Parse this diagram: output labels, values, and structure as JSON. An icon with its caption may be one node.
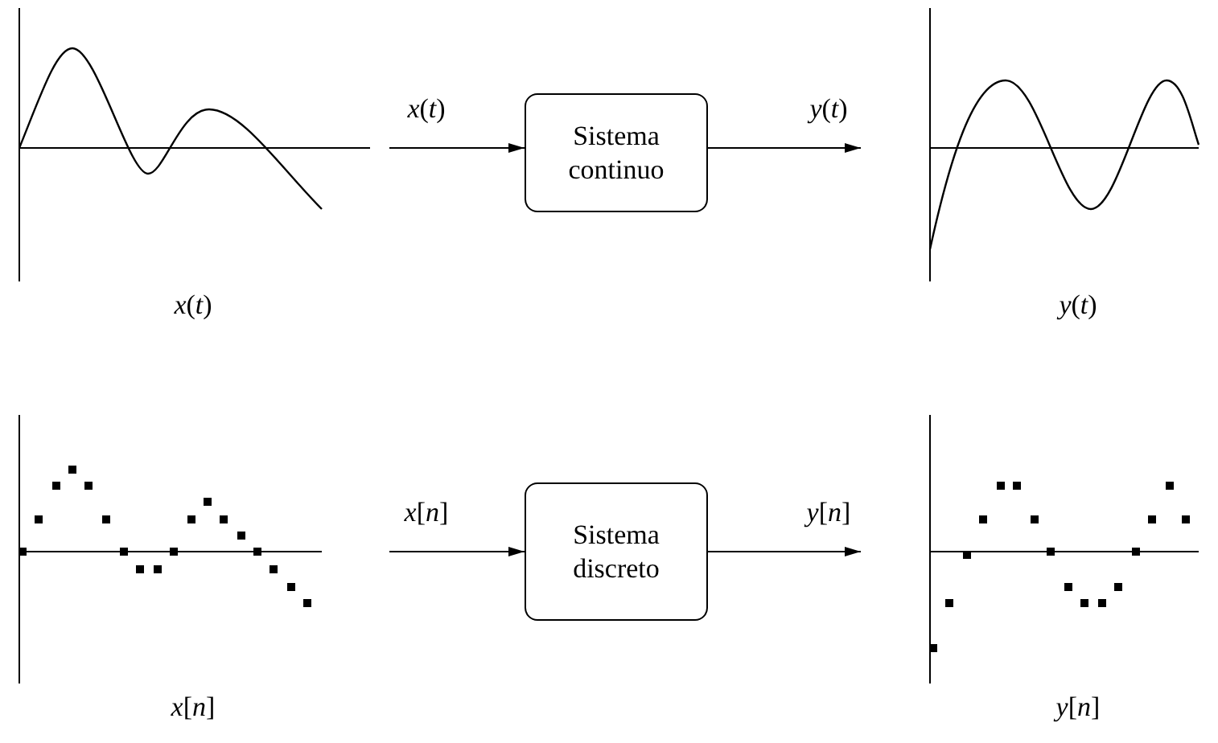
{
  "diagram": {
    "nodes": [
      {
        "text": [
          "Sistema continuo"
        ]
      },
      {
        "text": [
          "Sistema discreto"
        ]
      }
    ],
    "edges": [
      {
        "from": null,
        "to": 0,
        "arrow": "to",
        "label": "*x*(*t*)"
      },
      {
        "from": 0,
        "to": null,
        "arrow": "to",
        "label": "*y*(*t*)"
      },
      {
        "from": null,
        "to": 1,
        "arrow": "to",
        "label": "*x*[*n*]"
      },
      {
        "from": 1,
        "to": null,
        "arrow": "to",
        "label": "*y*[*n*]"
      }
    ],
    "labels": [
      "*x*(*t*)",
      "*y*(*t*)",
      "*x*[*n*]",
      "*y*[*n*]"
    ]
  }
}
